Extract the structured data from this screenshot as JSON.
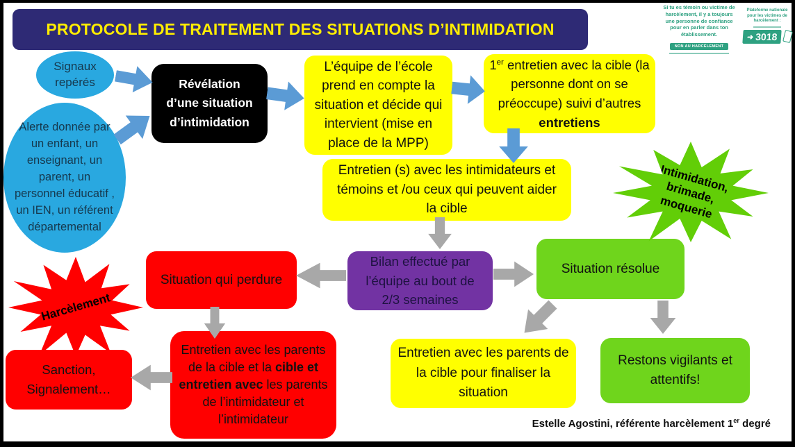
{
  "title": "PROTOCOLE DE TRAITEMENT DES SITUATIONS D’INTIMIDATION",
  "badges": {
    "poster": {
      "text": "Si tu es témoin ou victime de harcèlement, il y a toujours une personne de confiance pour en parler dans ton établissement.",
      "button": "NON AU HARCÈLEMENT"
    },
    "hotline": {
      "caption": "Plateforme nationale pour les victimes de harcèlement :",
      "arrow_glyph": "➜",
      "number": "3018"
    }
  },
  "nodes": {
    "signals": "Signaux repérés",
    "alert": "Alerte donnée par un enfant, un enseignant, un parent, un personnel éducatif , un IEN, un référent départemental",
    "revelation": "Révélation d’une situation d’intimidation",
    "team": "L’équipe de l’école prend en compte la situation et décide qui intervient (mise en place de la MPP)",
    "first_interview": {
      "prefix": "1",
      "sup": "er",
      "middle": "  entretien avec la cible (la personne dont on se préoccupe) suivi d’autres ",
      "bold": "entretiens"
    },
    "interviews": "Entretien (s) avec les intimidateurs et témoins et /ou ceux qui peuvent aider la cible",
    "starburst_green": {
      "lines": [
        "Intimidation,",
        "brimade,",
        "moquerie"
      ]
    },
    "review": "Bilan effectué par l’équipe au bout de 2/3 semaines",
    "resolved": "Situation résolue",
    "persists": "Situation qui perdure",
    "starburst_red": "Harcèlement",
    "parents_interview": {
      "part1": "Entretien avec les parents de la cible et la ",
      "bold": "cible et entretien avec",
      "part2": " les parents de l’intimidateur et l’intimidateur"
    },
    "sanction": "Sanction, Signalement…",
    "finalize": "Entretien avec les parents de la cible pour finaliser la situation",
    "vigilant": "Restons vigilants et attentifs!"
  },
  "footer": {
    "prefix": "Estelle Agostini, référente harcèlement 1",
    "sup": "er",
    "suffix": " degré"
  },
  "colors": {
    "title_bg": "#2E2A75",
    "title_text": "#FFED00",
    "ellipse_blue": "#29A8E0",
    "arrow_blue": "#5B9BD5",
    "arrow_gray": "#A8A8A8",
    "box_yellow": "#FFFF00",
    "box_purple": "#7233A3",
    "box_red": "#FF0000",
    "box_green": "#6FD51C",
    "starburst_green": "#62CE07",
    "teal_badge": "#2EA181"
  }
}
